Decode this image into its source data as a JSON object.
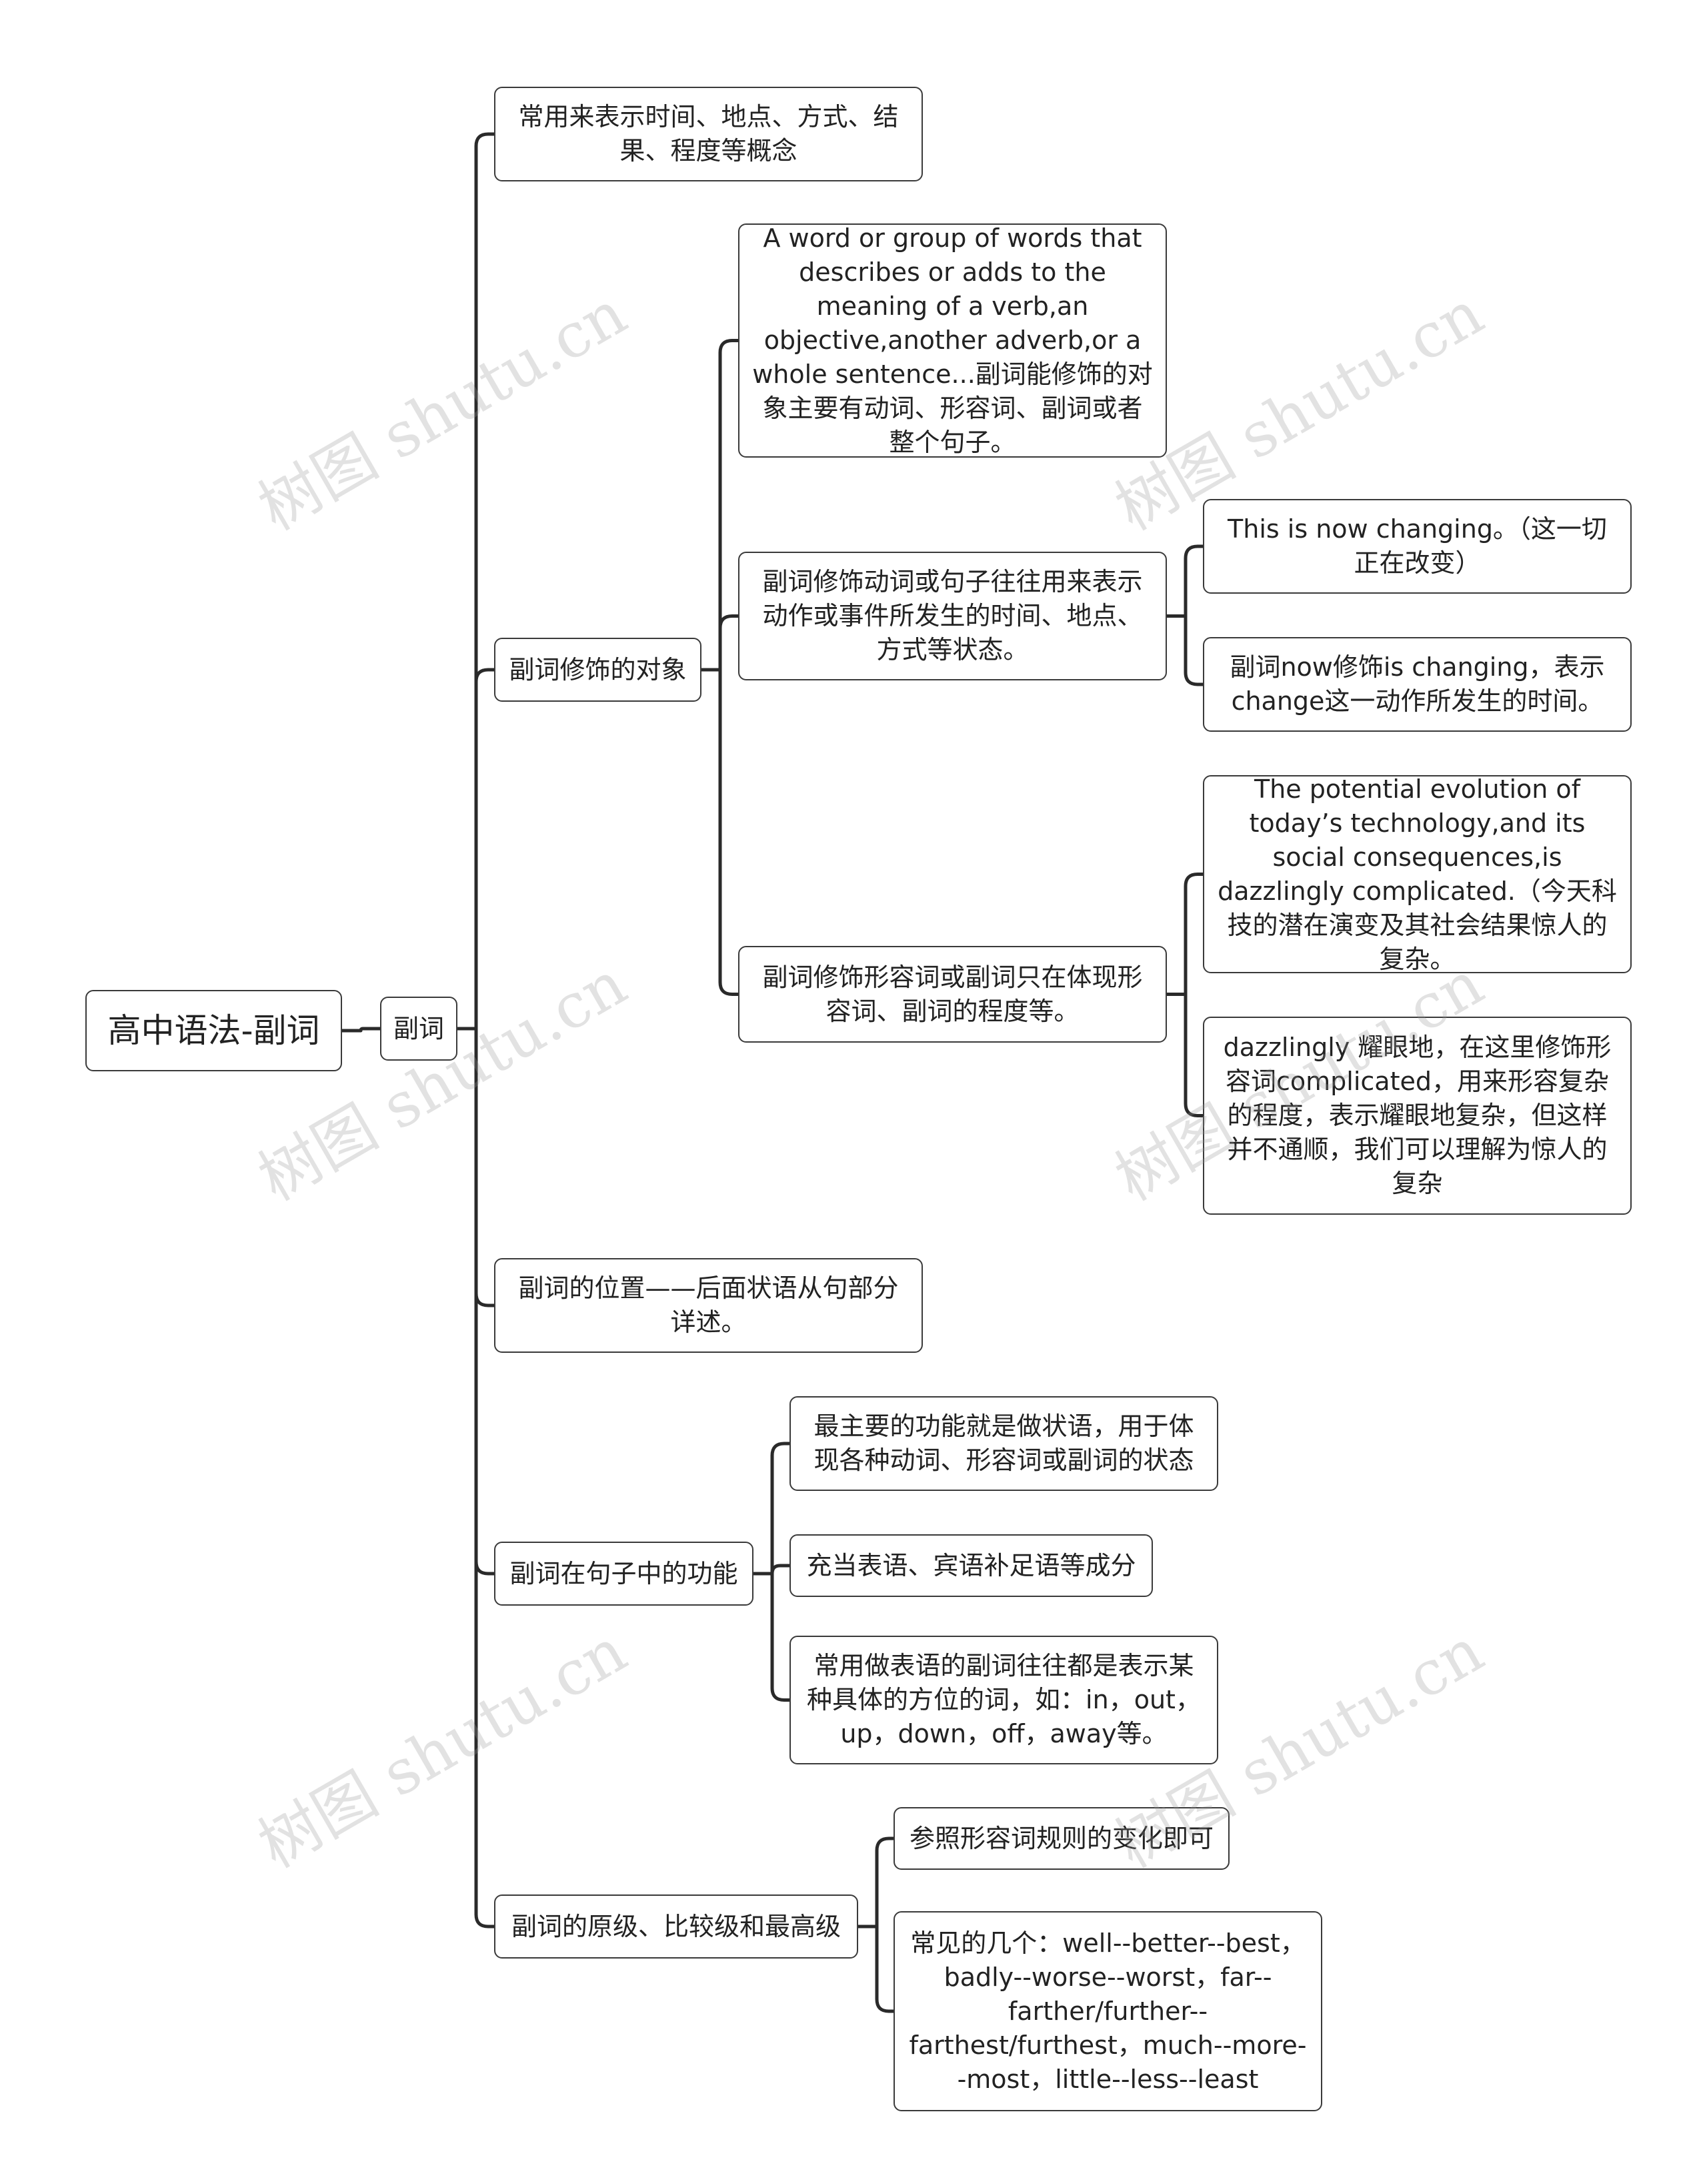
{
  "watermark": "树图 shutu.cn",
  "line_color": "#2a2a2a",
  "root": {
    "label": "高中语法-副词"
  },
  "level1": {
    "label": "副词"
  },
  "level2": [
    {
      "id": "b1",
      "label": "常用来表示时间、地点、方式、结果、程度等概念"
    },
    {
      "id": "b2",
      "label": "副词修饰的对象"
    },
    {
      "id": "b3",
      "label": "副词的位置——后面状语从句部分详述。"
    },
    {
      "id": "b4",
      "label": "副词在句子中的功能"
    },
    {
      "id": "b5",
      "label": "副词的原级、比较级和最高级"
    }
  ],
  "level3": [
    {
      "id": "c1",
      "parent": "b2",
      "label": "A word or group of words that describes or adds to the meaning of a verb,an objective,another adverb,or a whole  sentence...副词能修饰的对象主要有动词、形容词、副词或者整个句子。"
    },
    {
      "id": "c2",
      "parent": "b2",
      "label": "副词修饰动词或句子往往用来表示动作或事件所发生的时间、地点、方式等状态。"
    },
    {
      "id": "c3",
      "parent": "b2",
      "label": "副词修饰形容词或副词只在体现形容词、副词的程度等。"
    },
    {
      "id": "c4",
      "parent": "b4",
      "label": "最主要的功能就是做状语，用于体现各种动词、形容词或副词的状态"
    },
    {
      "id": "c5",
      "parent": "b4",
      "label": "充当表语、宾语补足语等成分"
    },
    {
      "id": "c6",
      "parent": "b4",
      "label": "常用做表语的副词往往都是表示某种具体的方位的词，如：in，out，up，down，off，away等。"
    },
    {
      "id": "c7",
      "parent": "b5",
      "label": "参照形容词规则的变化即可"
    },
    {
      "id": "c8",
      "parent": "b5",
      "label": "常见的几个：well--better--best，badly--worse--worst，far--farther/further--farthest/furthest，much--more--most，little--less--least"
    }
  ],
  "level4": [
    {
      "id": "d1",
      "parent": "c2",
      "label": "This is now changing。（这一切正在改变）"
    },
    {
      "id": "d2",
      "parent": "c2",
      "label": "副词now修饰is changing，表示change这一动作所发生的时间。"
    },
    {
      "id": "d3",
      "parent": "c3",
      "label": "The potential evolution of today’s technology,and its social consequences,is dazzlingly complicated.（今天科技的潜在演变及其社会结果惊人的复杂。"
    },
    {
      "id": "d4",
      "parent": "c3",
      "label": "dazzlingly 耀眼地，在这里修饰形容词complicated，用来形容复杂的程度，表示耀眼地复杂，但这样并不通顺，我们可以理解为惊人的复杂"
    }
  ]
}
